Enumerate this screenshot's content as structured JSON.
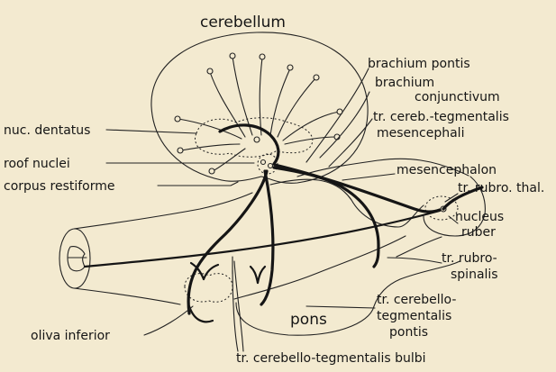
{
  "labels": {
    "cerebellum": "cerebellum",
    "brachium_pontis": "brachium pontis",
    "brachium_conj_1": "brachium",
    "brachium_conj_2": "conjunctivum",
    "tr_cereb_tegm_1": "tr. cereb.-tegmentalis",
    "tr_cereb_tegm_2": "mesencephali",
    "nuc_dentatus": "nuc. dentatus",
    "roof_nuclei": "roof nuclei",
    "corpus_restiforme": "corpus restiforme",
    "mesencephalon": "mesencephalon",
    "tr_rubro_thal": "tr. rubro. thal.",
    "nucleus_ruber_1": "nucleus",
    "nucleus_ruber_2": "ruber",
    "tr_rubrospinalis_1": "tr. rubro-",
    "tr_rubrospinalis_2": "spinalis",
    "tr_cerebello_pontis_1": "tr. cerebello-",
    "tr_cerebello_pontis_2": "tegmentalis",
    "tr_cerebello_pontis_3": "pontis",
    "pons": "pons",
    "oliva_inferior": "oliva inferior",
    "tr_cerebello_bulbi": "tr. cerebello-tegmentalis bulbi"
  }
}
